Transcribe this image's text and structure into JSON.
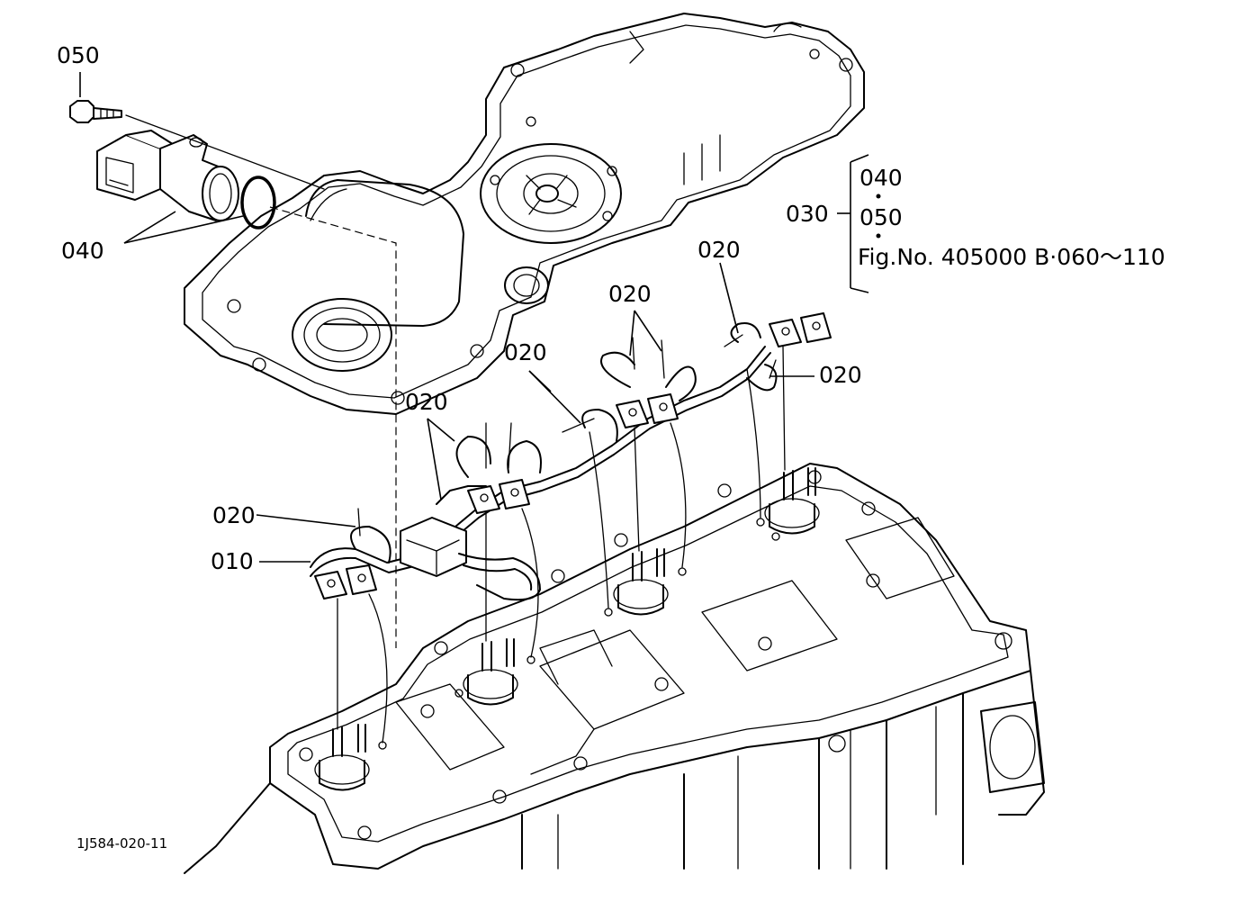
{
  "callouts": {
    "c050": "050",
    "c040": "040",
    "c030": "030",
    "brace_040": "040",
    "brace_050": "050",
    "fig_ref": "Fig.No. 405000  B·060～110",
    "c020_a": "020",
    "c020_b": "020",
    "c020_c": "020",
    "c020_d": "020",
    "c020_e": "020",
    "c020_f": "020",
    "c010": "010"
  },
  "footer": {
    "drawing_id": "1J584-020-11"
  }
}
